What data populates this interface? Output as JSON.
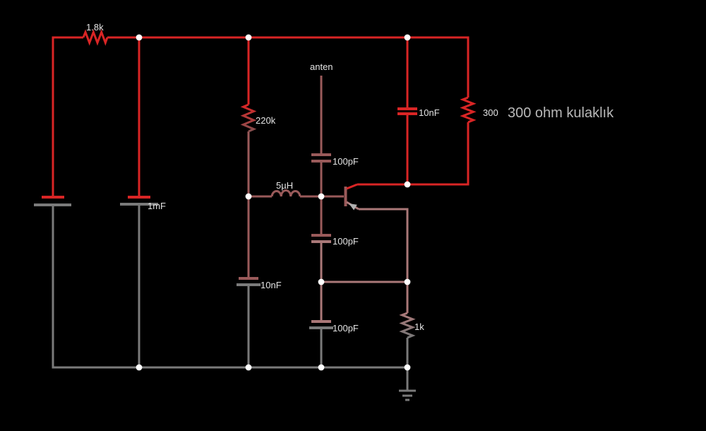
{
  "colors": {
    "background": "#000000",
    "supply_wire": "#d92525",
    "base_wire": "#9a5a5a",
    "emitter_wire": "#aa7878",
    "ground_wire": "#7a7a7a",
    "junction_dot": "#ffffff",
    "component_label": "#e4e4e4",
    "annotation_text": "#b8b8b8",
    "transistor_arrow": "#b0b0b0"
  },
  "components": {
    "r_top": {
      "type": "resistor",
      "value": "1.8k"
    },
    "battery": {
      "type": "voltage-source"
    },
    "c_supply": {
      "type": "capacitor",
      "value": "1mF"
    },
    "r_bias": {
      "type": "resistor",
      "value": "220k"
    },
    "c_bias": {
      "type": "capacitor",
      "value": "10nF"
    },
    "l_base": {
      "type": "inductor",
      "value": "5µH"
    },
    "antenna": {
      "type": "antenna-lead",
      "value": "anten"
    },
    "c_antenna": {
      "type": "capacitor",
      "value": "100pF"
    },
    "c_fb_top": {
      "type": "capacitor",
      "value": "100pF"
    },
    "c_fb_bottom": {
      "type": "capacitor",
      "value": "100pF"
    },
    "r_emitter": {
      "type": "resistor",
      "value": "1k"
    },
    "c_output": {
      "type": "capacitor",
      "value": "10nF"
    },
    "r_load": {
      "type": "resistor",
      "value": "300"
    },
    "transistor": {
      "type": "pnp-transistor"
    },
    "ground": {
      "type": "ground"
    }
  },
  "annotation": {
    "text": "300 ohm kulaklık"
  }
}
